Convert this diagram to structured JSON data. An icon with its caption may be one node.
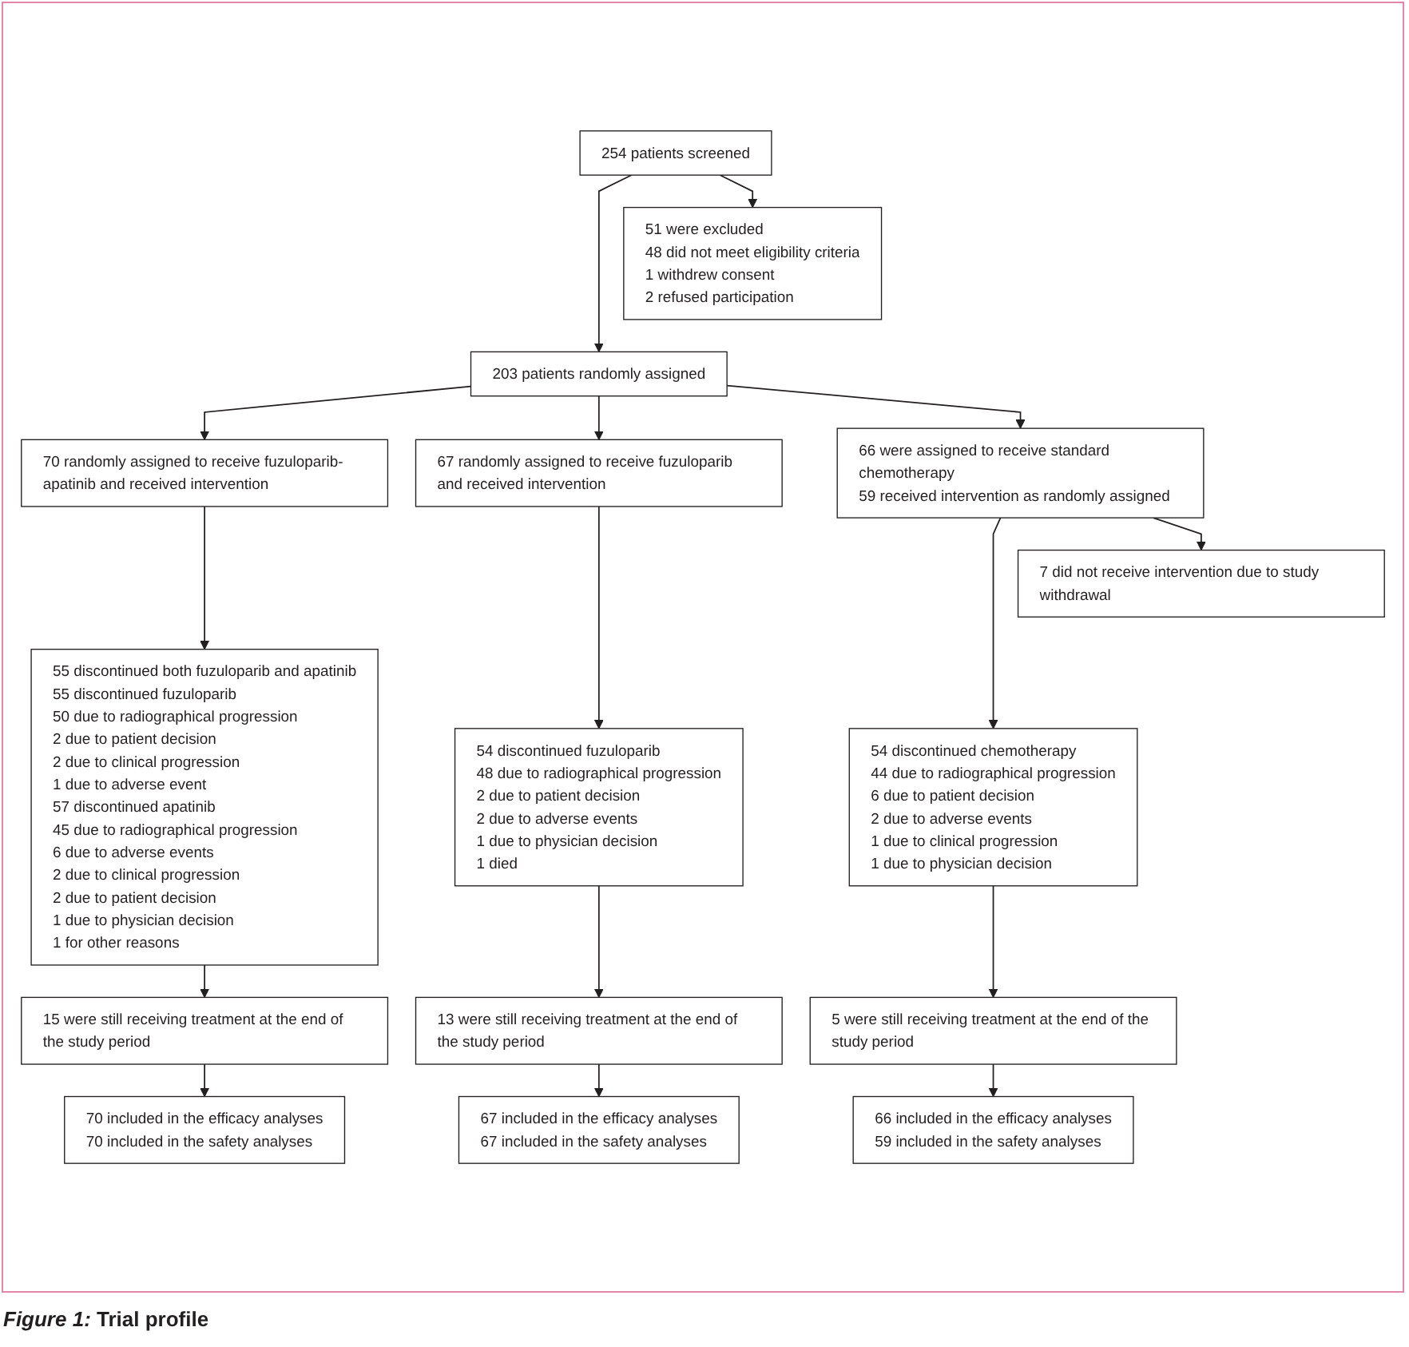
{
  "diagram": {
    "caption": "*Figure 1:* Trial profile",
    "nodes": [
      {
        "text": [
          "254 patients screened"
        ]
      },
      {
        "text": [
          "51 were excluded",
          "48 did not meet eligibility criteria",
          "1 withdrew consent",
          "2 refused participation"
        ]
      },
      {
        "text": [
          "203 patients randomly assigned"
        ]
      },
      {
        "text": [
          "70 randomly assigned to receive fuzuloparib-apatinib and received intervention"
        ]
      },
      {
        "text": [
          "67 randomly assigned to receive fuzuloparib and received intervention"
        ]
      },
      {
        "text": [
          "66 were assigned to receive standard chemotherapy",
          "59 received intervention as randomly assigned"
        ]
      },
      {
        "text": [
          "7 did not receive intervention due to study withdrawal"
        ]
      },
      {
        "text": [
          "55 discontinued both fuzuloparib and apatinib",
          "55 discontinued fuzuloparib",
          "50 due to radiographical progression",
          "2 due to patient decision",
          "2 due to clinical progression",
          "1 due to adverse event",
          "57 discontinued apatinib",
          "45 due to radiographical progression",
          "6 due to adverse events",
          "2 due to clinical progression",
          "2 due to patient decision",
          "1 due to physician decision",
          "1 for other reasons"
        ]
      },
      {
        "text": [
          "54 discontinued fuzuloparib",
          "48 due to radiographical progression",
          "2 due to patient decision",
          "2 due to adverse events",
          "1 due to physician decision",
          "1 died"
        ]
      },
      {
        "text": [
          "54 discontinued chemotherapy",
          "44 due to radiographical progression",
          "6 due to patient decision",
          "2 due to adverse events",
          "1 due to clinical progression",
          "1 due to physician decision"
        ]
      },
      {
        "text": [
          "15 were still receiving treatment at the end of the study period"
        ]
      },
      {
        "text": [
          "13 were still receiving treatment at the end of the study period"
        ]
      },
      {
        "text": [
          "5 were still receiving treatment at the end of the study period"
        ]
      },
      {
        "text": [
          "70 included in the efficacy analyses",
          "70 included in the safety analyses"
        ]
      },
      {
        "text": [
          "67 included in the efficacy analyses",
          "67 included in the safety analyses"
        ]
      },
      {
        "text": [
          "66 included in the efficacy analyses",
          "59 included in the safety analyses"
        ]
      }
    ],
    "edges": [
      {
        "from": 0,
        "to": 2,
        "arrow": "to"
      },
      {
        "from": 0,
        "to": 1,
        "arrow": "to"
      },
      {
        "from": 2,
        "to": 3,
        "arrow": "to"
      },
      {
        "from": 2,
        "to": 4,
        "arrow": "to"
      },
      {
        "from": 2,
        "to": 5,
        "arrow": "to"
      },
      {
        "from": 3,
        "to": 7,
        "arrow": "to"
      },
      {
        "from": 4,
        "to": 8,
        "arrow": "to"
      },
      {
        "from": 5,
        "to": 9,
        "arrow": "to"
      },
      {
        "from": 5,
        "to": 6,
        "arrow": "to"
      },
      {
        "from": 7,
        "to": 10,
        "arrow": "to"
      },
      {
        "from": 8,
        "to": 11,
        "arrow": "to"
      },
      {
        "from": 9,
        "to": 12,
        "arrow": "to"
      },
      {
        "from": 10,
        "to": 13,
        "arrow": "to"
      },
      {
        "from": 11,
        "to": 14,
        "arrow": "to"
      },
      {
        "from": 12,
        "to": 15,
        "arrow": "to"
      }
    ]
  }
}
